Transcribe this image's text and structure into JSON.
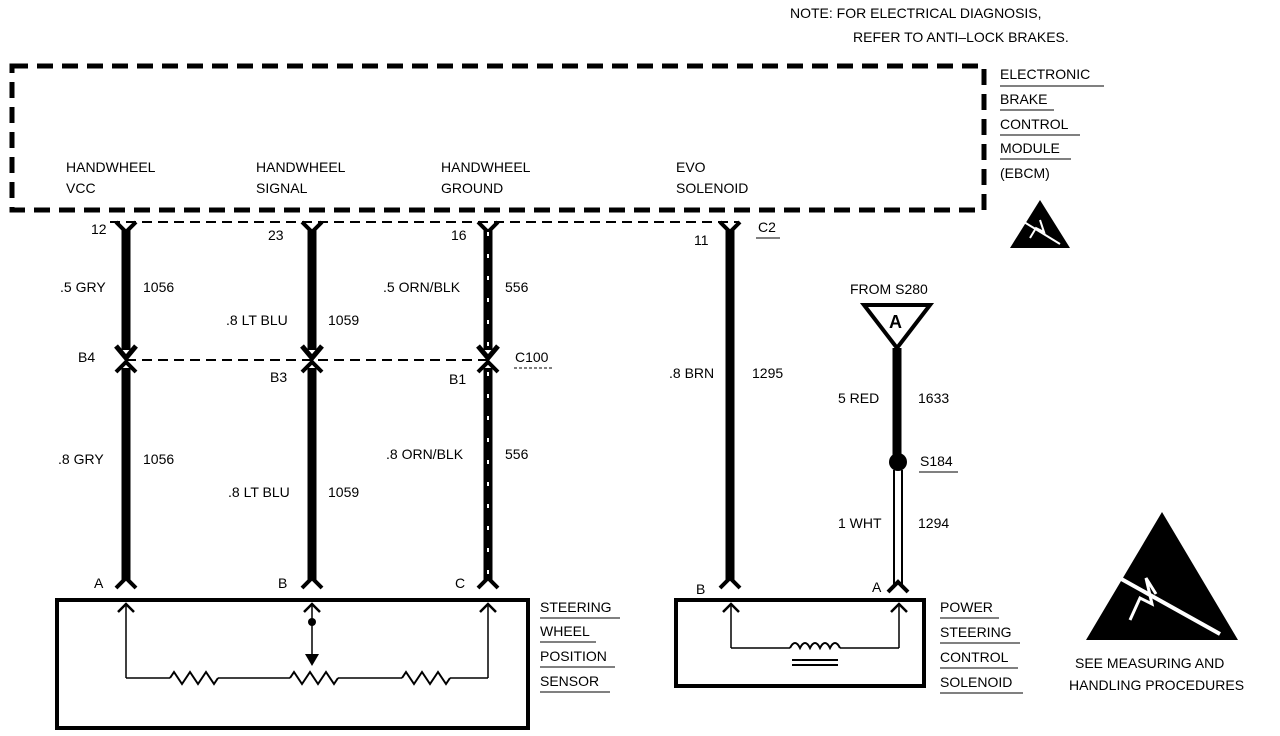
{
  "note": {
    "line1": "NOTE:  FOR  ELECTRICAL DIAGNOSIS,",
    "line2": "REFER TO  ANTI–LOCK BRAKES."
  },
  "module": {
    "name_lines": [
      "ELECTRONIC",
      "BRAKE",
      "CONTROL",
      "MODULE",
      "(EBCM)"
    ],
    "terminals": [
      {
        "line1": "HANDWHEEL",
        "line2": "VCC"
      },
      {
        "line1": "HANDWHEEL",
        "line2": "SIGNAL"
      },
      {
        "line1": "HANDWHEEL",
        "line2": "GROUND"
      },
      {
        "line1": "EVO",
        "line2": "SOLENOID"
      }
    ]
  },
  "connectors": {
    "c2": "C2",
    "c100": "C100"
  },
  "wires": {
    "w1": {
      "pin_top": "12",
      "color_top": ".5 GRY",
      "circuit_top": "1056",
      "pin_mid": "B4",
      "color_bot": ".8 GRY",
      "circuit_bot": "1056",
      "pin_bot": "A"
    },
    "w2": {
      "pin_top": "23",
      "color_top": ".8 LT BLU",
      "circuit_top": "1059",
      "pin_mid": "B3",
      "color_bot": ".8 LT BLU",
      "circuit_bot": "1059",
      "pin_bot": "B"
    },
    "w3": {
      "pin_top": "16",
      "color_top": ".5 ORN/BLK",
      "circuit_top": "556",
      "pin_mid": "B1",
      "color_bot": ".8 ORN/BLK",
      "circuit_bot": "556",
      "pin_bot": "C"
    },
    "w4": {
      "pin_top": "11",
      "color": ".8 BRN",
      "circuit": "1295",
      "pin_bot": "B"
    },
    "w5": {
      "from": "FROM S280",
      "triangle": "A",
      "color_top": "5 RED",
      "circuit_top": "1633",
      "splice": "S184",
      "color_bot": "1 WHT",
      "circuit_bot": "1294",
      "pin_bot": "A"
    }
  },
  "components": {
    "sensor": [
      "STEERING",
      "WHEEL",
      "POSITION",
      "SENSOR"
    ],
    "solenoid": [
      "POWER",
      "STEERING",
      "CONTROL",
      "SOLENOID"
    ]
  },
  "esd": {
    "line1": "SEE MEASURING AND",
    "line2": "HANDLING PROCEDURES"
  }
}
